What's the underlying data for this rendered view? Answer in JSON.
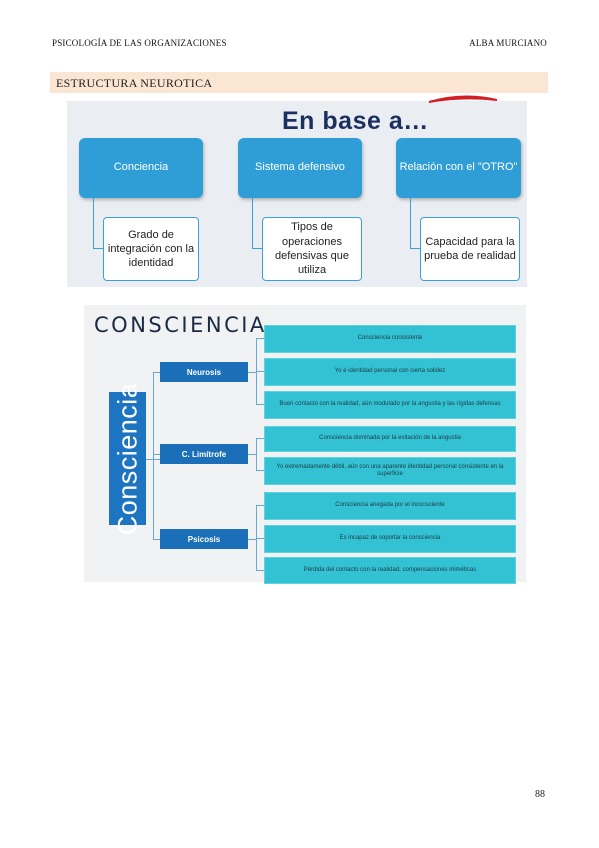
{
  "header": {
    "left": "PSICOLOGÍA DE LAS ORGANIZACIONES",
    "right": "ALBA MURCIANO"
  },
  "section": {
    "title": "ESTRUCTURA NEUROTICA"
  },
  "diagram1": {
    "title": "En base a…",
    "columns": [
      {
        "top": "Conciencia",
        "sub": "Grado de integración con la identidad"
      },
      {
        "top": "Sistema defensivo",
        "sub": "Tipos de operaciones defensivas que utiliza"
      },
      {
        "top": "Relación con el \"OTRO\"",
        "sub": "Capacidad para la prueba de realidad"
      }
    ]
  },
  "diagram2": {
    "title": "CONSCIENCIA",
    "vertical_label": "Consciencia",
    "categories": [
      {
        "name": "Neurosis",
        "items": [
          "Consciencia consistente",
          "Yo e identidad personal con cierta solidez",
          "Buen contacto con la realidad, aún modulado por la angustia y las rígidas defensas"
        ]
      },
      {
        "name": "C. Limítrofe",
        "items": [
          "Consciencia dominada por la evitación de la angustia",
          "Yo extremadamente débil, aún con una aparente identidad personal consistente en la superficie"
        ]
      },
      {
        "name": "Psicosis",
        "items": [
          "Consciencia anegada por el inconsciente",
          "Es incapaz de soportar la consciencia",
          "Pérdida del contacto con la realidad, compensaciones miméticas"
        ]
      }
    ]
  },
  "footer": {
    "page_number": "88"
  },
  "colors": {
    "accent": "#2f9ed7",
    "category": "#1a6fb8",
    "item": "#33c2d3",
    "section_bg": "#fbe6d4"
  }
}
